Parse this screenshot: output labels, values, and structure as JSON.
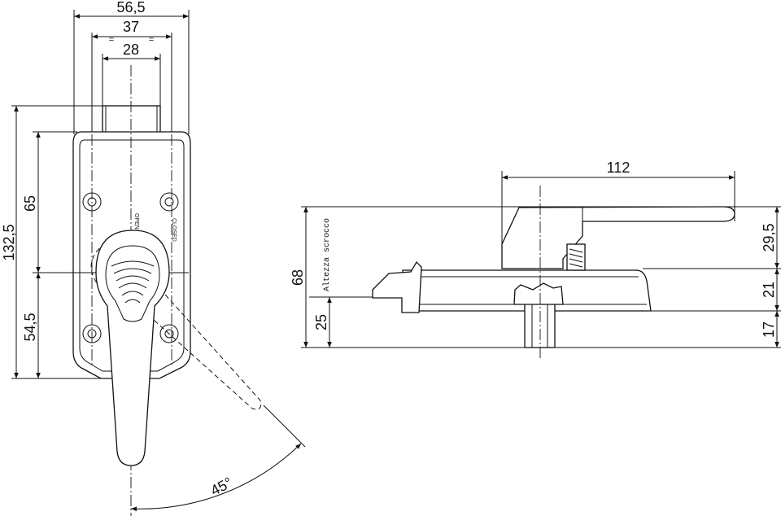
{
  "front_view": {
    "dim_width_overall": "56,5",
    "dim_width_mid": "37",
    "dim_width_inner": "28",
    "dim_height_total": "132,5",
    "dim_height_upper": "65",
    "dim_height_lower": "54,5",
    "angle": "45°",
    "label_open": "OPEN",
    "label_closed": "CLOSED",
    "equal_marks": "="
  },
  "side_view": {
    "dim_length": "112",
    "dim_height_total": "68",
    "dim_height_left": "25",
    "dim_right_top": "29,5",
    "dim_right_mid": "21",
    "dim_right_bottom": "17",
    "note_vertical": "Altezza scrocco"
  }
}
